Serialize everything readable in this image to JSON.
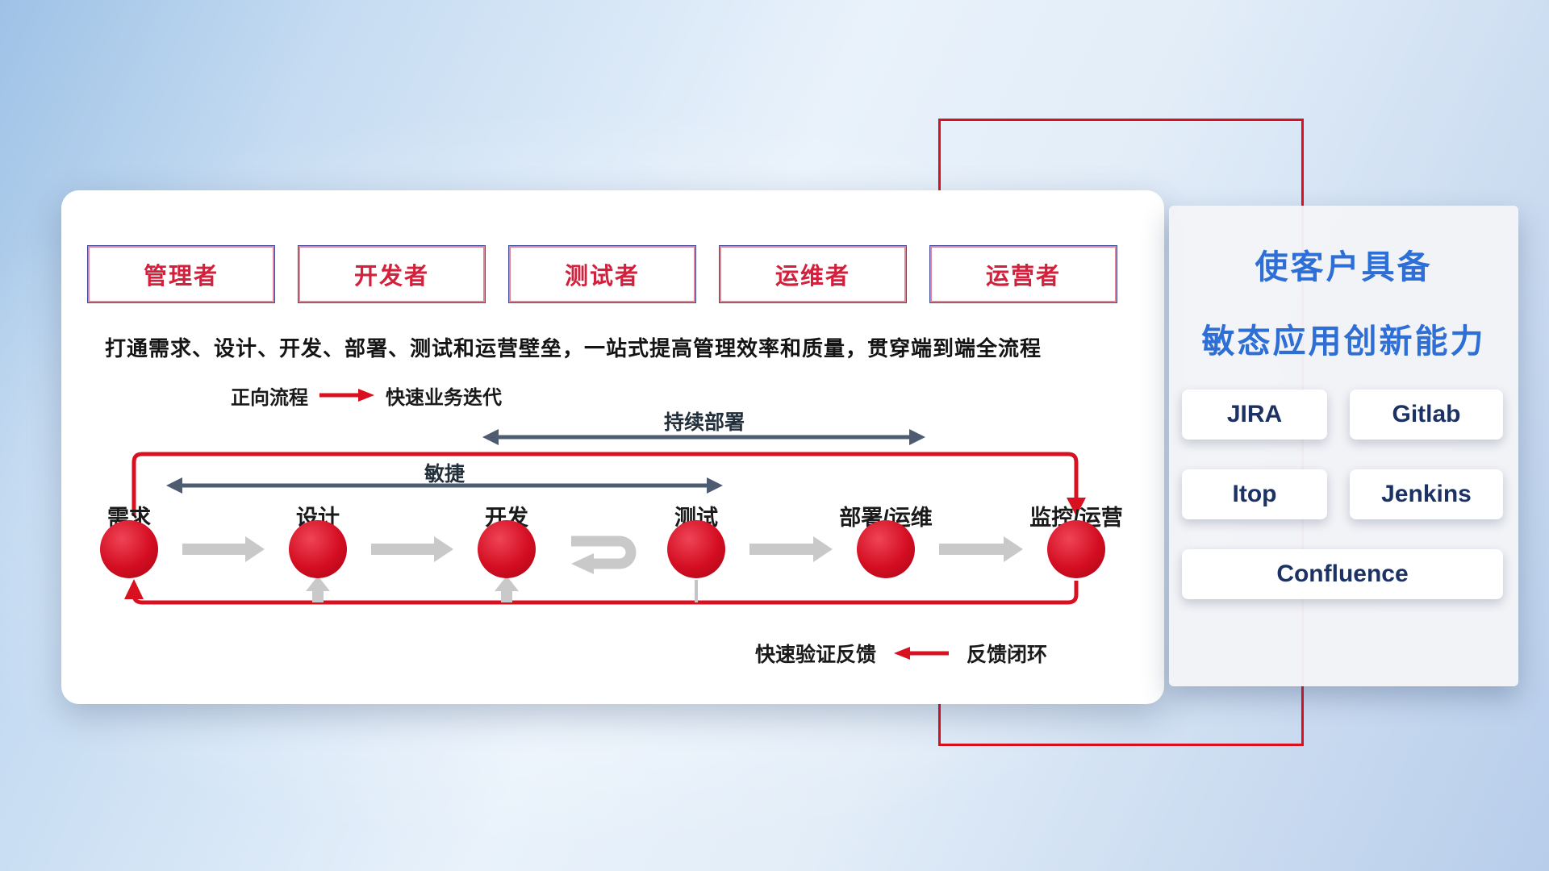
{
  "roles": {
    "items": [
      "管理者",
      "开发者",
      "测试者",
      "运维者",
      "运营者"
    ]
  },
  "banner": {
    "subtitle": "打通需求、设计、开发、部署、测试和运营壁垒，一站式提高管理效率和质量，贯穿端到端全流程"
  },
  "legend": {
    "forward_label": "正向流程",
    "forward_desc": "快速业务迭代",
    "feedback_desc": "快速验证反馈",
    "feedback_label": "反馈闭环"
  },
  "flow": {
    "stages": [
      "需求",
      "设计",
      "开发",
      "测试",
      "部署/运维",
      "监控/运营"
    ],
    "agile_label": "敏捷",
    "continuous_deploy_label": "持续部署"
  },
  "panel": {
    "title_line1": "使客户具备",
    "title_line2": "敏态应用创新能力",
    "tools": [
      "JIRA",
      "Gitlab",
      "Itop",
      "Jenkins",
      "Confluence"
    ]
  },
  "colors": {
    "accent_red": "#d8101f",
    "title_blue": "#2e6fd6",
    "tool_navy": "#1c3264",
    "role_red": "#d3203c",
    "dark_arrow": "#4d5c70",
    "gray_arrow": "#c9c9c9"
  }
}
